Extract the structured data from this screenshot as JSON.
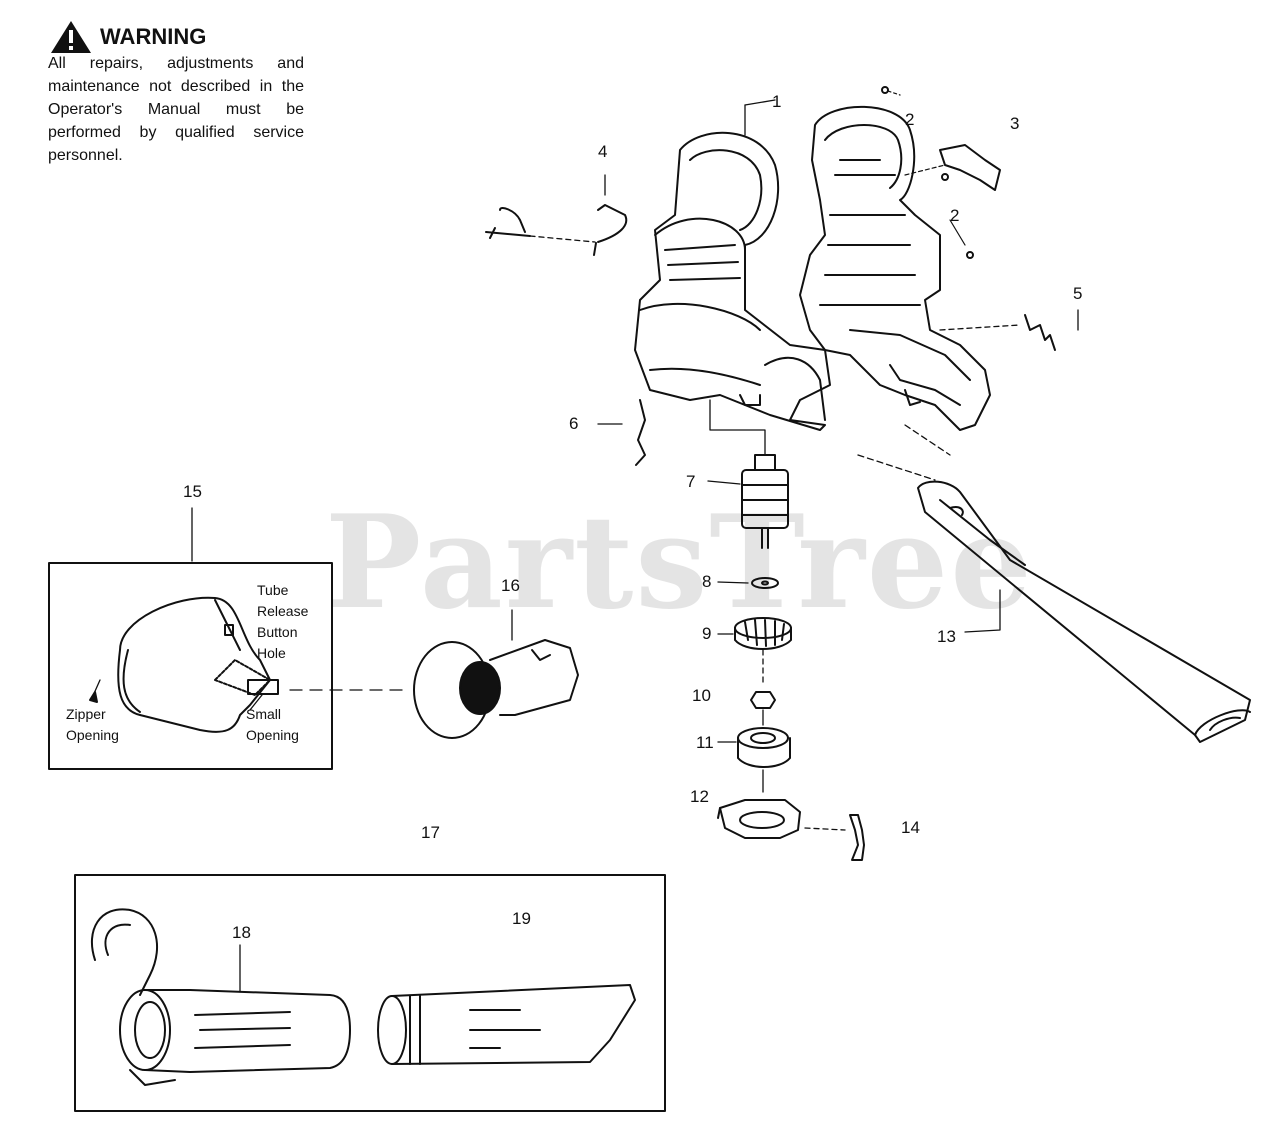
{
  "warning": {
    "title": "WARNING",
    "text": "All repairs, adjustments and maintenance not described in the Operator's Manual must be performed by qualified service personnel."
  },
  "watermark": "PartsTree",
  "callouts": [
    "1",
    "2",
    "3",
    "2",
    "4",
    "5",
    "6",
    "7",
    "8",
    "9",
    "10",
    "11",
    "12",
    "13",
    "14",
    "15",
    "16",
    "17",
    "18",
    "19"
  ],
  "inset_labels": {
    "tube": "Tube",
    "release": "Release",
    "button": "Button",
    "hole": "Hole",
    "zipper": "Zipper",
    "opening1": "Opening",
    "small": "Small",
    "opening2": "Opening"
  }
}
